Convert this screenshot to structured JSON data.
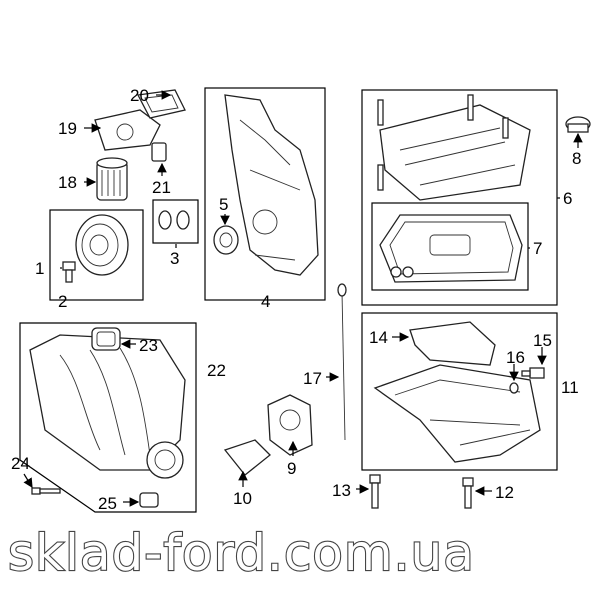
{
  "diagram": {
    "title": "Engine parts diagram",
    "watermark": "sklad-ford.com.ua",
    "callouts": [
      "1",
      "2",
      "3",
      "4",
      "5",
      "6",
      "7",
      "8",
      "9",
      "10",
      "11",
      "12",
      "13",
      "14",
      "15",
      "16",
      "17",
      "18",
      "19",
      "20",
      "21",
      "22",
      "23",
      "24",
      "25"
    ]
  }
}
